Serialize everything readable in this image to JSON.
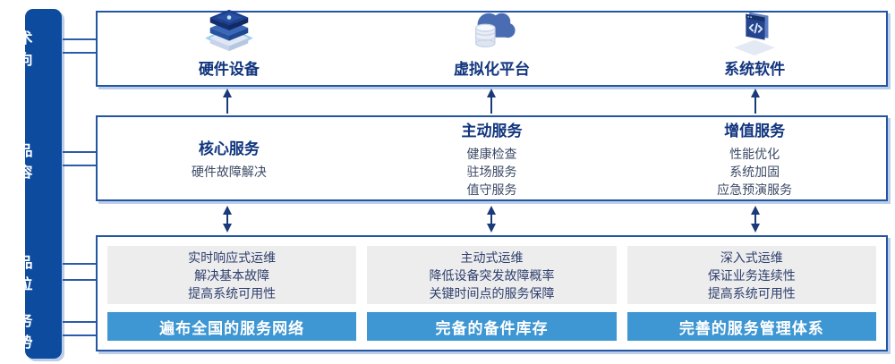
{
  "sidebar": {
    "labels": [
      {
        "line1": "技术",
        "line2": "方向"
      },
      {
        "line1": "产品",
        "line2": "内容"
      },
      {
        "line1": "产品",
        "line2": "定位"
      },
      {
        "line1": "服务",
        "line2": "优势"
      }
    ]
  },
  "tech_row": {
    "items": [
      {
        "icon": "server-stack-icon",
        "label": "硬件设备"
      },
      {
        "icon": "cloud-database-icon",
        "label": "虚拟化平台"
      },
      {
        "icon": "code-window-icon",
        "label": "系统软件"
      }
    ]
  },
  "content_row": {
    "columns": [
      {
        "title": "核心服务",
        "items": [
          "硬件故障解决"
        ]
      },
      {
        "title": "主动服务",
        "items": [
          "健康检查",
          "驻场服务",
          "值守服务"
        ]
      },
      {
        "title": "增值服务",
        "items": [
          "性能优化",
          "系统加固",
          "应急预演服务"
        ]
      }
    ]
  },
  "positioning_row": {
    "columns": [
      {
        "lines": [
          "实时响应式运维",
          "解决基本故障",
          "提高系统可用性"
        ],
        "advantage": "遍布全国的服务网络"
      },
      {
        "lines": [
          "主动式运维",
          "降低设备突发故障概率",
          "关键时间点的服务保障"
        ],
        "advantage": "完备的备件库存"
      },
      {
        "lines": [
          "深入式运维",
          "保证业务连续性",
          "提高系统可用性"
        ],
        "advantage": "完善的服务管理体系"
      }
    ]
  },
  "colors": {
    "sidebar_bg": "#0d4b9e",
    "box_border": "#2355a5",
    "advantage_bar": "#3e96d2",
    "panel_gray": "#ededed",
    "title_navy": "#11357e",
    "body_text": "#3c4a66",
    "arrow": "#1a3a7a",
    "icon_teal": "#3fc1c9"
  }
}
